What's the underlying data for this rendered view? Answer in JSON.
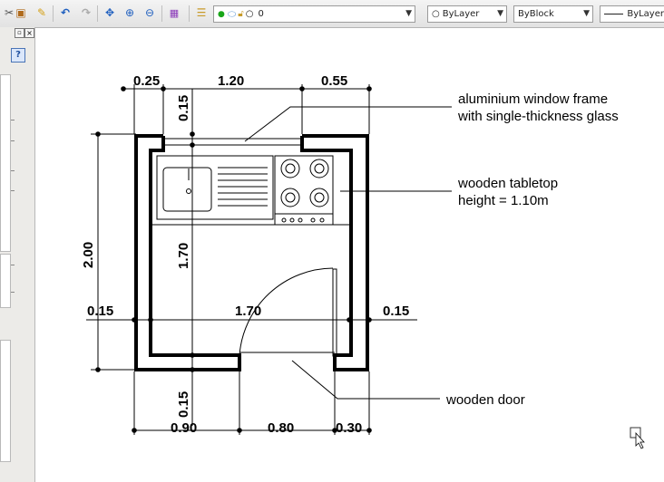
{
  "toolbar": {
    "layer_value": "0",
    "color_value": "ByLayer",
    "linetype_value": "ByBlock",
    "lineweight_value": "ByLayer"
  },
  "drawing": {
    "dims": {
      "top_left": "0.25",
      "top_mid": "1.20",
      "top_right": "0.55",
      "window_depth": "0.15",
      "total_height": "2.00",
      "inner_height": "1.70",
      "wall_left": "0.15",
      "inner_width": "1.70",
      "wall_right": "0.15",
      "door_depth": "0.15",
      "bottom_left": "0.90",
      "bottom_mid": "0.80",
      "bottom_right": "0.30"
    },
    "notes": {
      "window_line1": "aluminium window frame",
      "window_line2": "with single-thickness glass",
      "tabletop_line1": "wooden tabletop",
      "tabletop_line2": "height = 1.10m",
      "door": "wooden door"
    }
  }
}
